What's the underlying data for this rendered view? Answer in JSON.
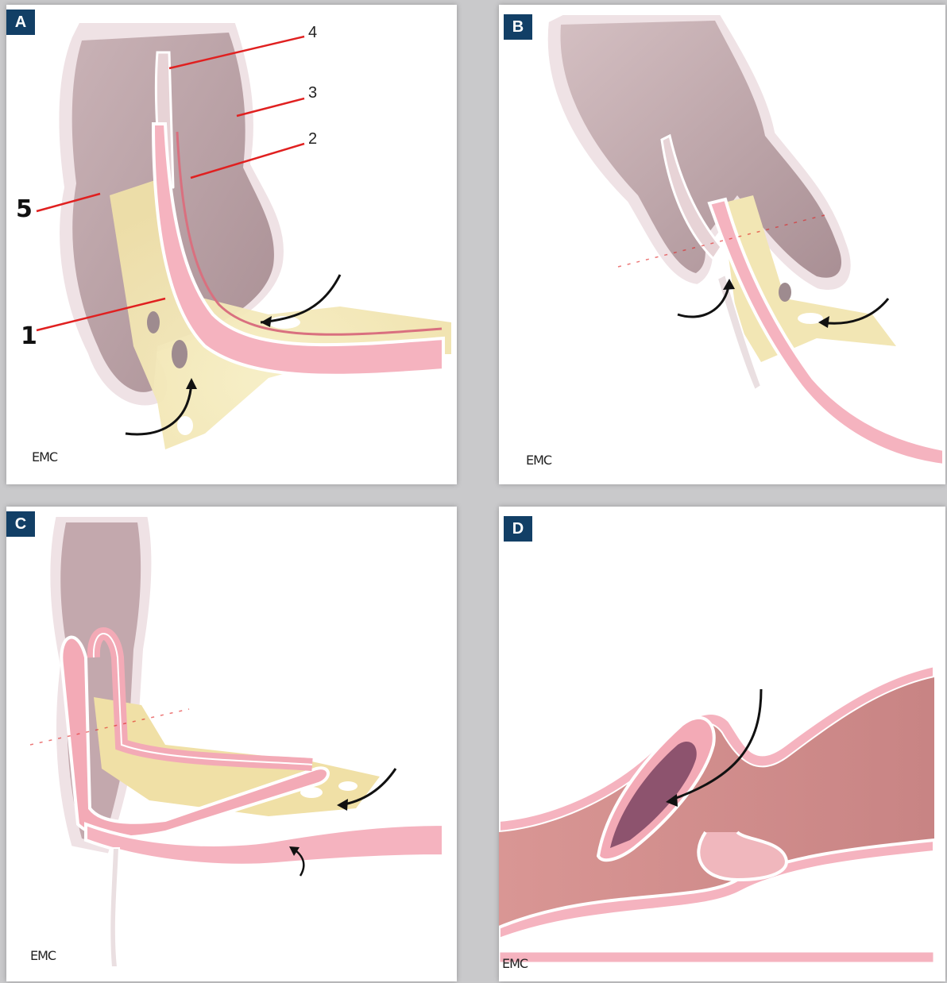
{
  "panels": [
    {
      "id": "A",
      "label": "A",
      "watermark": "EMC"
    },
    {
      "id": "B",
      "label": "B",
      "watermark": "EMC"
    },
    {
      "id": "C",
      "label": "C",
      "watermark": "EMC"
    },
    {
      "id": "D",
      "label": "D",
      "watermark": "EMC"
    }
  ],
  "callouts": {
    "one": "1",
    "two": "2",
    "three": "3",
    "four": "4",
    "five": "5"
  },
  "colors": {
    "badge": "#123f66",
    "colon_wall": "#e6d9dc",
    "colon_inner": "#c9aeb3",
    "ileum_wall": "#f0a7b3",
    "mesentery": "#f2e6b4",
    "leader_line": "#e02020"
  }
}
